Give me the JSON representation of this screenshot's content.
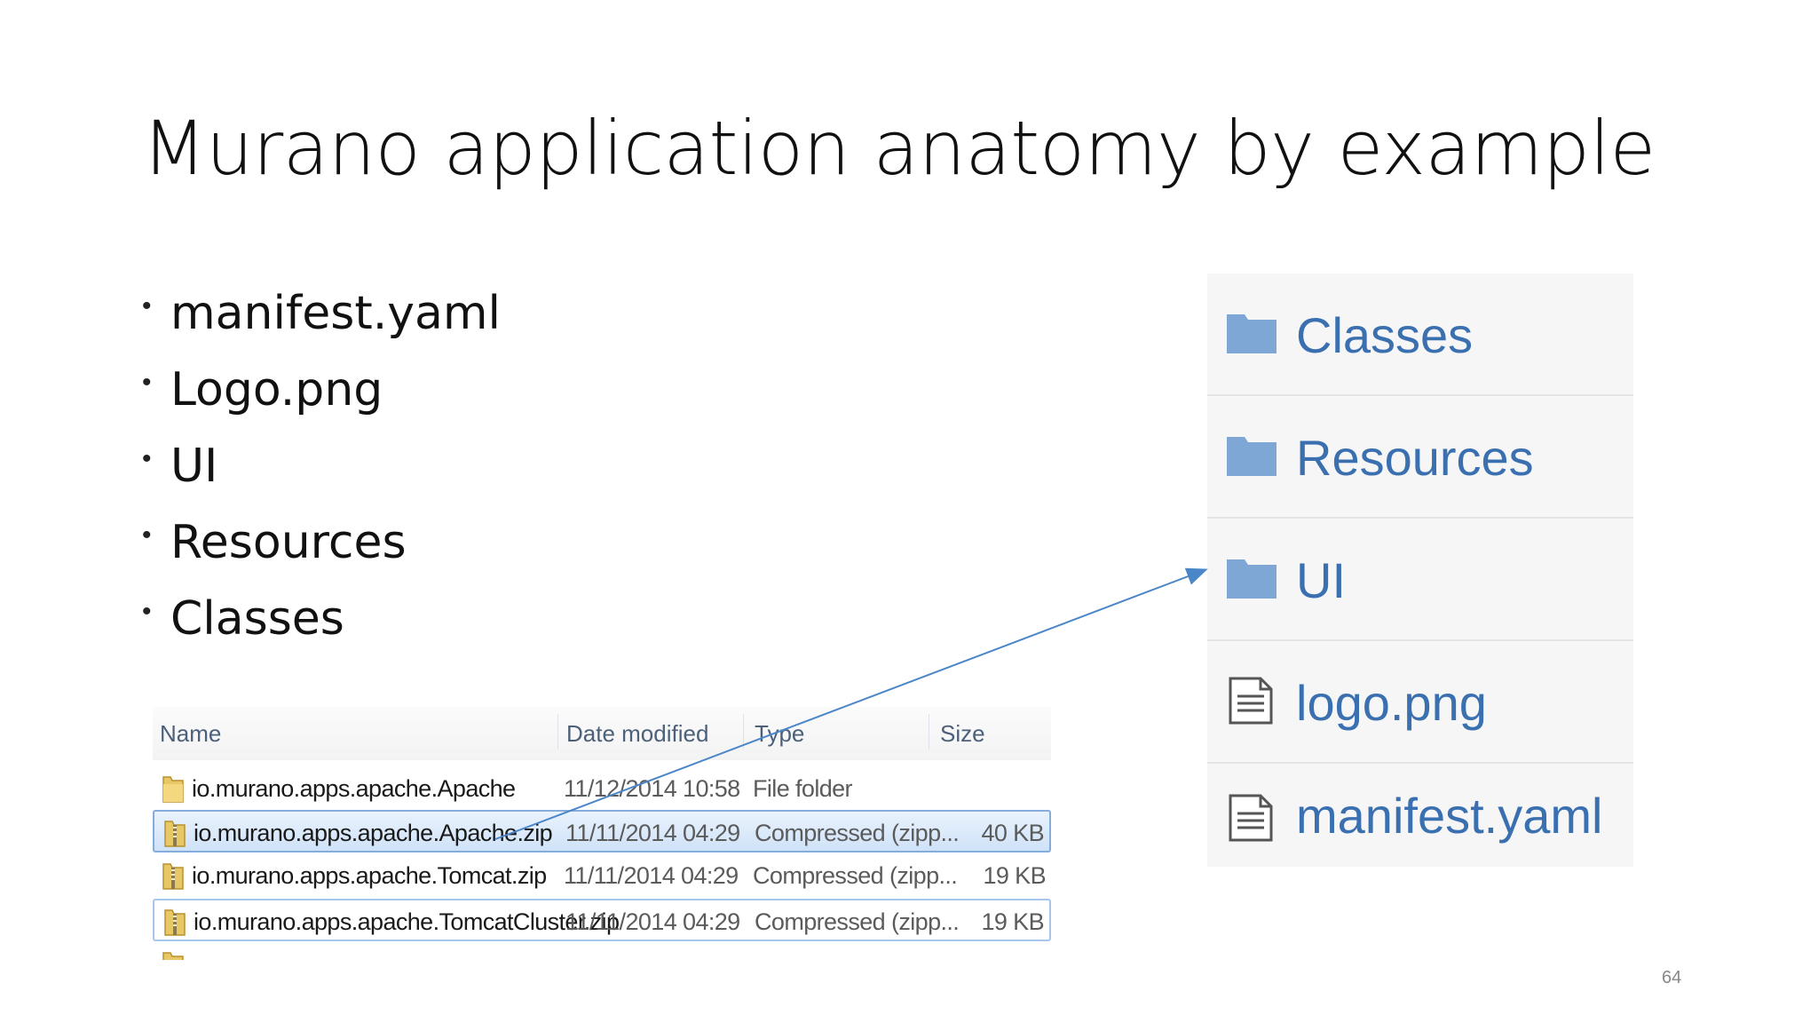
{
  "slide": {
    "title": "Murano application anatomy by example",
    "page_number": "64"
  },
  "bullets": [
    {
      "text": "manifest.yaml"
    },
    {
      "text": "Logo.png"
    },
    {
      "text": "UI"
    },
    {
      "text": "Resources"
    },
    {
      "text": "Classes"
    }
  ],
  "explorer": {
    "columns": {
      "name": "Name",
      "date": "Date modified",
      "type": "Type",
      "size": "Size"
    },
    "rows": [
      {
        "name": "io.murano.apps.apache.Apache",
        "date": "11/12/2014 10:58",
        "type": "File folder",
        "size": "",
        "icon": "folder-icon"
      },
      {
        "name": "io.murano.apps.apache.Apache.zip",
        "date": "11/11/2014 04:29",
        "type": "Compressed (zipp...",
        "size": "40 KB",
        "icon": "zip-folder-icon"
      },
      {
        "name": "io.murano.apps.apache.Tomcat.zip",
        "date": "11/11/2014 04:29",
        "type": "Compressed (zipp...",
        "size": "19 KB",
        "icon": "zip-folder-icon"
      },
      {
        "name": "io.murano.apps.apache.TomcatCluster.zip",
        "date": "11/11/2014 04:29",
        "type": "Compressed (zipp...",
        "size": "19 KB",
        "icon": "zip-folder-icon"
      }
    ]
  },
  "folder_panel": {
    "items": [
      {
        "label": "Classes",
        "icon": "folder-icon"
      },
      {
        "label": "Resources",
        "icon": "folder-icon"
      },
      {
        "label": "UI",
        "icon": "folder-icon"
      },
      {
        "label": "logo.png",
        "icon": "file-icon"
      },
      {
        "label": "manifest.yaml",
        "icon": "file-icon"
      }
    ]
  },
  "colors": {
    "panel_label": "#3a6fb0",
    "folder_icon": "#7fa7d5",
    "arrow": "#4a86c8",
    "selection_border": "#84acdd"
  }
}
